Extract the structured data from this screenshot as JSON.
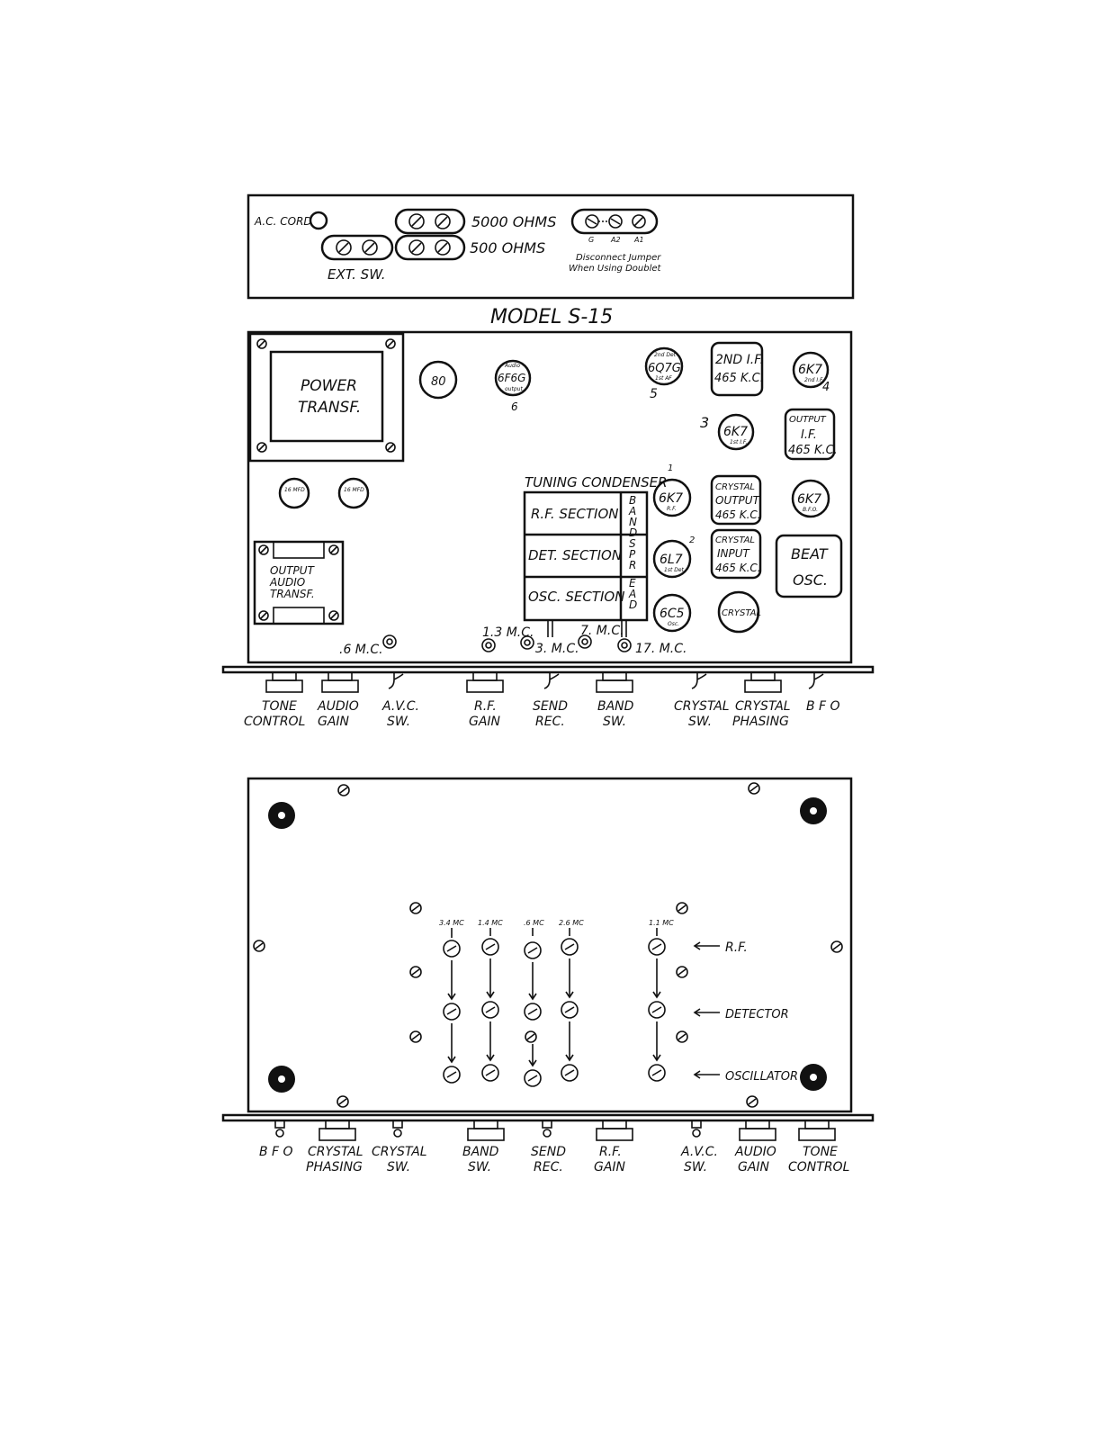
{
  "title": "MODEL S-15",
  "rear_panel": {
    "ac_cord": "A.C. CORD",
    "ohms_5000": "5000 OHMS",
    "ohms_500": "500 OHMS",
    "ext_sw": "EXT. SW.",
    "antenna_terminals": [
      "G",
      "A2",
      "A1"
    ],
    "jumper_note_1": "Disconnect Jumper",
    "jumper_note_2": "When Using Doublet"
  },
  "top_view": {
    "power_transformer": [
      "POWER",
      "TRANSF."
    ],
    "rectifier_tube": "80",
    "audio_output_tube": {
      "type": "6F6G",
      "sub_top": "Audio",
      "sub_bottom": "output",
      "note": "6"
    },
    "detector_tube": {
      "type": "6Q7G",
      "sub_top": "2nd Det",
      "sub_bottom": "1st AF",
      "note": "5"
    },
    "second_if_transformer": [
      "2ND I.F.",
      "465 K.C."
    ],
    "second_if_tube": {
      "type": "6K7",
      "sub": "2nd I.F.",
      "note": "4"
    },
    "first_if_tube": {
      "type": "6K7",
      "sub": "1st I.F.",
      "note": "3"
    },
    "output_if_transformer": [
      "OUTPUT",
      "I.F.",
      "465 K.C."
    ],
    "filter_caps": [
      "16 MFD",
      "16 MFD"
    ],
    "output_audio_transformer": [
      "OUTPUT",
      "AUDIO",
      "TRANSF."
    ],
    "tuning_condenser": "TUNING CONDENSER",
    "sections": [
      "R.F. SECTION",
      "DET. SECTION",
      "OSC. SECTION"
    ],
    "band_spread": [
      "B",
      "A",
      "N",
      "D",
      "S",
      "P",
      "R",
      "E",
      "A",
      "D"
    ],
    "rf_tube": {
      "type": "6K7",
      "sub": "R.F.",
      "note": "1"
    },
    "first_det_tube": {
      "type": "6L7",
      "sub": "1st Det",
      "note": "2"
    },
    "osc_tube": {
      "type": "6C5",
      "sub": "Osc."
    },
    "crystal_output": [
      "CRYSTAL",
      "OUTPUT",
      "465 K.C."
    ],
    "crystal_input": [
      "CRYSTAL",
      "INPUT",
      "465 K.C."
    ],
    "crystal": "CRYSTAL",
    "bfo_tube": {
      "type": "6K7",
      "sub": "B.F.O."
    },
    "beat_osc": [
      "BEAT",
      "OSC."
    ],
    "trimmers": [
      ".6 M.C.",
      "1.3 M.C.",
      "3. M.C.",
      "7. M.C.",
      "17. M.C."
    ]
  },
  "front_controls_top": [
    [
      "TONE",
      "CONTROL"
    ],
    [
      "AUDIO",
      "GAIN"
    ],
    [
      "A.V.C.",
      "SW."
    ],
    [
      "R.F.",
      "GAIN"
    ],
    [
      "SEND",
      "REC."
    ],
    [
      "BAND",
      "SW."
    ],
    [
      "CRYSTAL",
      "SW."
    ],
    [
      "CRYSTAL",
      "PHASING"
    ],
    [
      "B F O",
      ""
    ]
  ],
  "bottom_view": {
    "columns": [
      "3.4 MC",
      "1.4 MC",
      ".6 MC",
      "2.6 MC",
      "1.1 MC"
    ],
    "rows": [
      "R.F.",
      "DETECTOR",
      "OSCILLATOR"
    ]
  },
  "front_controls_bottom": [
    [
      "B F O",
      ""
    ],
    [
      "CRYSTAL",
      "PHASING"
    ],
    [
      "CRYSTAL",
      "SW."
    ],
    [
      "BAND",
      "SW."
    ],
    [
      "SEND",
      "REC."
    ],
    [
      "R.F.",
      "GAIN"
    ],
    [
      "A.V.C.",
      "SW."
    ],
    [
      "AUDIO",
      "GAIN"
    ],
    [
      "TONE",
      "CONTROL"
    ]
  ]
}
